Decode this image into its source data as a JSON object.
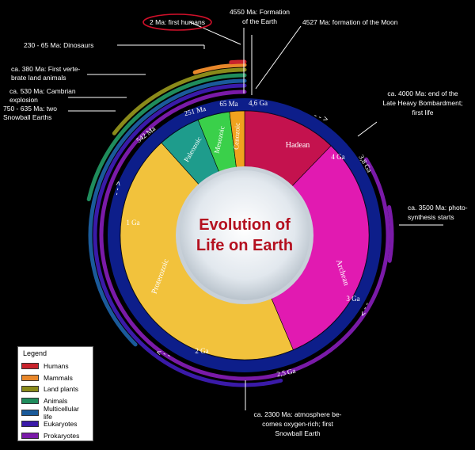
{
  "center_title": [
    "Evolution of",
    "Life on Earth"
  ],
  "colors": {
    "background": "#000000",
    "title": "#b4101f",
    "eon_ring": "#0d1e8a"
  },
  "eons": [
    {
      "label": "Hadean",
      "color": "#c4124e"
    },
    {
      "label": "Archean",
      "color": "#e11ab1"
    },
    {
      "label": "Proterozoic",
      "color": "#f2c23c"
    },
    {
      "label": "Paleozoic",
      "color": "#1e9c8c"
    },
    {
      "label": "Mesozoic",
      "color": "#3ad04a"
    },
    {
      "label": "Cenozoic",
      "color": "#f0a21e"
    }
  ],
  "ring_labels": {
    "era_marks": [
      "4,6 Ga",
      "65 Ma",
      "251 Ma",
      "542 Ma"
    ],
    "ga_marks": [
      "4 Ga",
      "3,8 Ga",
      "3 Ga",
      "2,5 Ga",
      "2 Ga",
      "1 Ga"
    ]
  },
  "annotations": [
    {
      "id": "humans",
      "lines": [
        "2 Ma: first humans"
      ],
      "highlighted": true
    },
    {
      "id": "earth",
      "lines": [
        "4550 Ma: Formation",
        "of the Earth"
      ]
    },
    {
      "id": "moon",
      "lines": [
        "4527 Ma: formation of the Moon"
      ]
    },
    {
      "id": "dinosaurs",
      "lines": [
        "230 - 65 Ma: Dinosaurs"
      ]
    },
    {
      "id": "vertebrates",
      "lines": [
        "ca. 380 Ma: First verte-",
        "brate land animals"
      ]
    },
    {
      "id": "cambrian",
      "lines": [
        "ca. 530 Ma: Cambrian",
        "explosion"
      ]
    },
    {
      "id": "snowball",
      "lines": [
        "750 - 635 Ma: two",
        "Snowball Earths"
      ]
    },
    {
      "id": "bombardment",
      "lines": [
        "ca. 4000 Ma: end of the",
        "Late Heavy Bombardment;",
        "first life"
      ]
    },
    {
      "id": "photosynthesis",
      "lines": [
        "ca. 3500 Ma: photo-",
        "synthesis starts"
      ]
    },
    {
      "id": "oxygen",
      "lines": [
        "ca. 2300 Ma: atmosphere be-",
        "comes oxygen-rich; first",
        "Snowball Earth"
      ]
    }
  ],
  "legend": {
    "title": "Legend",
    "items": [
      {
        "label": "Humans",
        "color": "#c8232c"
      },
      {
        "label": "Mammals",
        "color": "#e8872a"
      },
      {
        "label": "Land plants",
        "color": "#8a8a1a"
      },
      {
        "label": "Animals",
        "color": "#1f8c5c"
      },
      {
        "label": "Multicellular life",
        "color": "#1a5a9a"
      },
      {
        "label": "Eukaryotes",
        "color": "#3a1aa8"
      },
      {
        "label": "Prokaryotes",
        "color": "#7a1aa8"
      }
    ]
  }
}
